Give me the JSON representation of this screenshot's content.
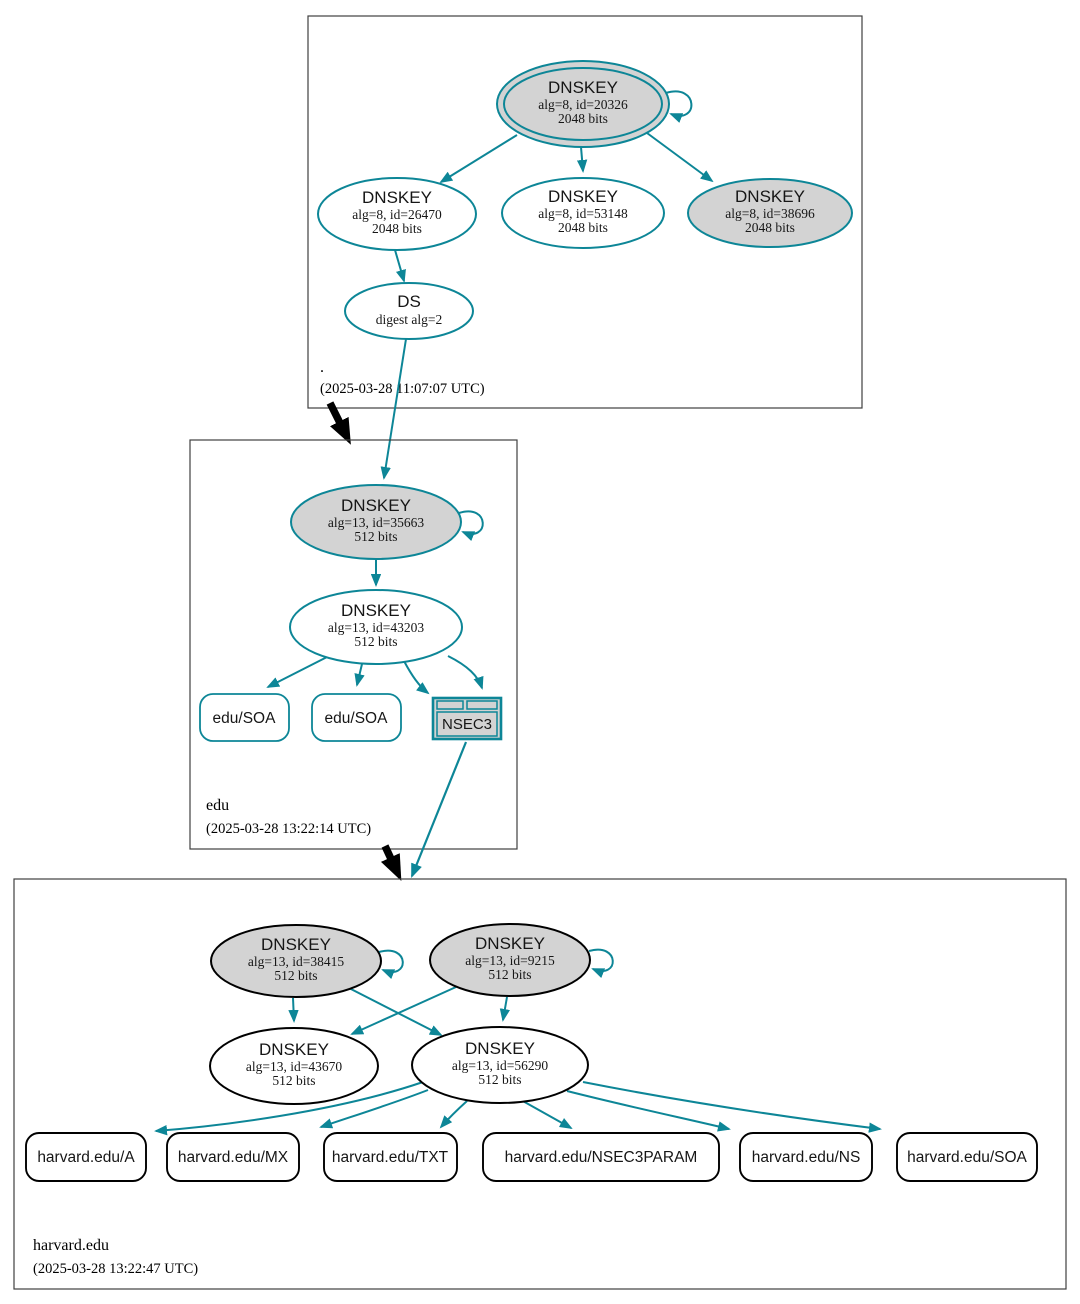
{
  "colors": {
    "secure_teal": "#0d8697",
    "node_fill_gray": "#d3d3d3",
    "insecure_outline": "#000000"
  },
  "zones": {
    "root": {
      "name": ".",
      "timestamp": "(2025-03-28 11:07:07 UTC)",
      "ksk": {
        "title": "DNSKEY",
        "meta": "alg=8, id=20326",
        "size": "2048 bits"
      },
      "zsk1": {
        "title": "DNSKEY",
        "meta": "alg=8, id=26470",
        "size": "2048 bits"
      },
      "zsk2": {
        "title": "DNSKEY",
        "meta": "alg=8, id=53148",
        "size": "2048 bits"
      },
      "ksk2": {
        "title": "DNSKEY",
        "meta": "alg=8, id=38696",
        "size": "2048 bits"
      },
      "ds": {
        "title": "DS",
        "meta": "digest alg=2"
      }
    },
    "edu": {
      "name": "edu",
      "timestamp": "(2025-03-28 13:22:14 UTC)",
      "ksk": {
        "title": "DNSKEY",
        "meta": "alg=13, id=35663",
        "size": "512 bits"
      },
      "zsk": {
        "title": "DNSKEY",
        "meta": "alg=13, id=43203",
        "size": "512 bits"
      },
      "soa1": {
        "label": "edu/SOA"
      },
      "soa2": {
        "label": "edu/SOA"
      },
      "nsec3": {
        "label": "NSEC3"
      }
    },
    "harvard": {
      "name": "harvard.edu",
      "timestamp": "(2025-03-28 13:22:47 UTC)",
      "ksk1": {
        "title": "DNSKEY",
        "meta": "alg=13, id=38415",
        "size": "512 bits"
      },
      "ksk2": {
        "title": "DNSKEY",
        "meta": "alg=13, id=9215",
        "size": "512 bits"
      },
      "zsk1": {
        "title": "DNSKEY",
        "meta": "alg=13, id=43670",
        "size": "512 bits"
      },
      "zsk2": {
        "title": "DNSKEY",
        "meta": "alg=13, id=56290",
        "size": "512 bits"
      },
      "rr_a": {
        "label": "harvard.edu/A"
      },
      "rr_mx": {
        "label": "harvard.edu/MX"
      },
      "rr_txt": {
        "label": "harvard.edu/TXT"
      },
      "rr_nsec3param": {
        "label": "harvard.edu/NSEC3PARAM"
      },
      "rr_ns": {
        "label": "harvard.edu/NS"
      },
      "rr_soa": {
        "label": "harvard.edu/SOA"
      }
    }
  }
}
